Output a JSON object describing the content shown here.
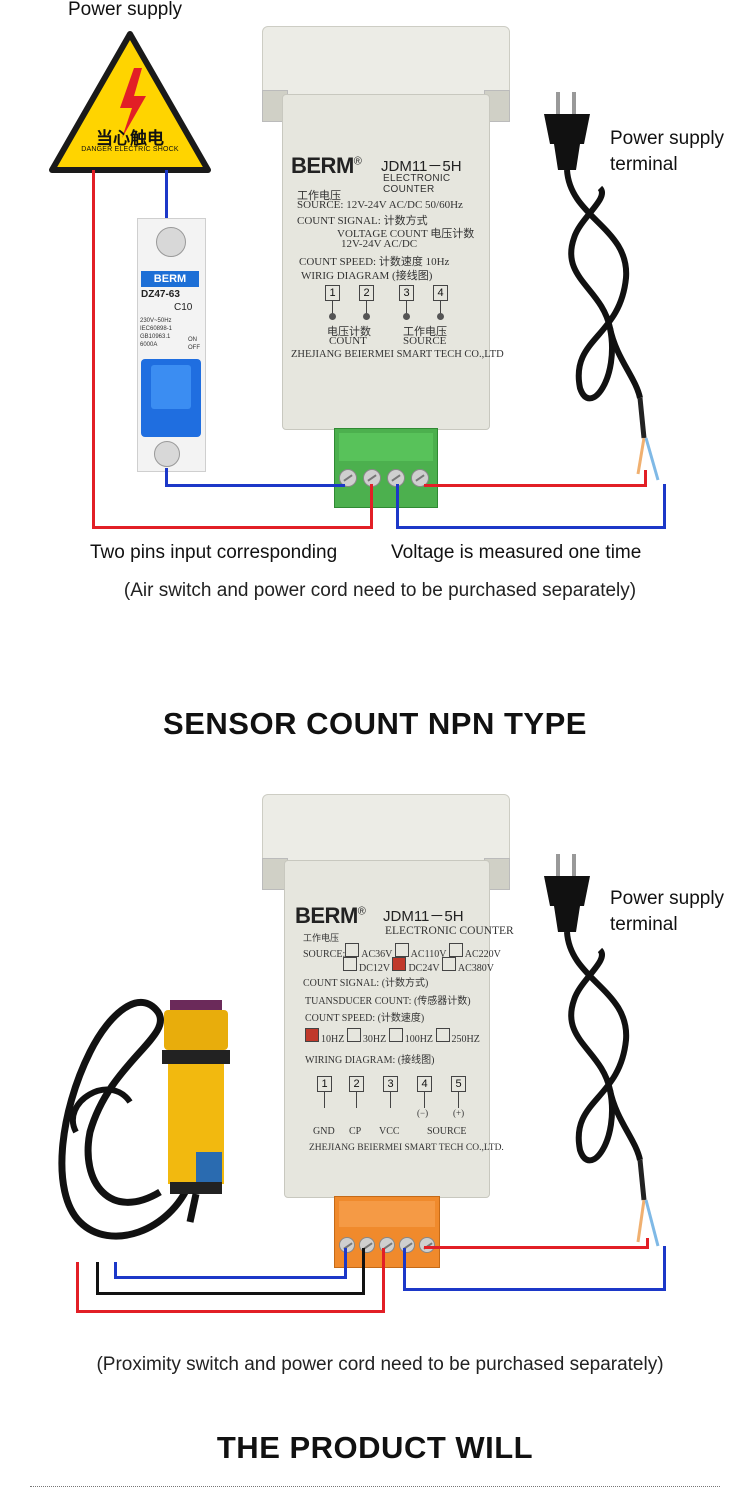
{
  "top": {
    "warning": {
      "label": "Power supply",
      "sign_text": "当心触电",
      "sign_subtext": "DANGER ELECTRIC SHOCK"
    },
    "breaker": {
      "brand": "BERM",
      "model": "DZ47-63",
      "rating": "C10",
      "spec_lines": [
        "230V~50Hz",
        "IEC60898-1",
        "GB10963.1",
        "6000A"
      ],
      "on": "ON",
      "off": "OFF"
    },
    "counter": {
      "brand": "BERM",
      "model": "JDM11－5H",
      "subtitle": "ELECTRONIC COUNTER",
      "lines": [
        "工作电压",
        "SOURCE: 12V-24V AC/DC 50/60Hz",
        "COUNT SIGNAL: 计数方式",
        "VOLTAGE COUNT 电压计数",
        "12V-24V AC/DC",
        "COUNT SPEED: 计数速度 10Hz",
        "WIRIG DIAGRAM (接线图)"
      ],
      "pins": [
        "1",
        "2",
        "3",
        "4"
      ],
      "pin_label_left_cn": "电压计数",
      "pin_label_left_en": "COUNT",
      "pin_label_right_cn": "工作电压",
      "pin_label_right_en": "SOURCE",
      "maker": "ZHEJIANG BEIERMEI SMART TECH CO.,LTD"
    },
    "plug_label_line1": "Power supply",
    "plug_label_line2": "terminal",
    "caption_left": "Two pins input corresponding",
    "caption_right": "Voltage is measured one time",
    "note": "(Air switch and power cord need to be purchased separately)"
  },
  "section_heading": "SENSOR COUNT NPN TYPE",
  "bottom": {
    "counter": {
      "brand": "BERM",
      "model": "JDM11－5H",
      "subtitle": "ELECTRONIC COUNTER",
      "source_cn": "工作电压",
      "source_label": "SOURCE:",
      "source_options": [
        "AC36V",
        "AC110V",
        "AC220V",
        "DC12V",
        "DC24V",
        "AC380V"
      ],
      "count_signal": "COUNT SIGNAL: (计数方式)",
      "transducer": "TUANSDUCER COUNT: (传感器计数)",
      "speed_label": "COUNT SPEED: (计数速度)",
      "speed_options": [
        "10HZ",
        "30HZ",
        "100HZ",
        "250HZ"
      ],
      "wiring_label": "WIRING DIAGRAM: (接线图)",
      "pins": [
        "1",
        "2",
        "3",
        "4",
        "5"
      ],
      "pin_minus": "(−)",
      "pin_plus": "(+)",
      "pin_names": [
        "GND",
        "CP",
        "VCC",
        "SOURCE"
      ],
      "maker": "ZHEJIANG BEIERMEI SMART TECH CO.,LTD."
    },
    "plug_label_line1": "Power supply",
    "plug_label_line2": "terminal",
    "note": "(Proximity switch and power cord need to be purchased separately)"
  },
  "footer_heading": "THE PRODUCT WILL",
  "colors": {
    "wire_red": "#e21f26",
    "wire_blue": "#1c38c8",
    "terminal_green": "#4cb04e",
    "terminal_orange": "#f08a2c",
    "sensor_yellow": "#f2b90f",
    "sign_yellow": "#ffd400"
  }
}
